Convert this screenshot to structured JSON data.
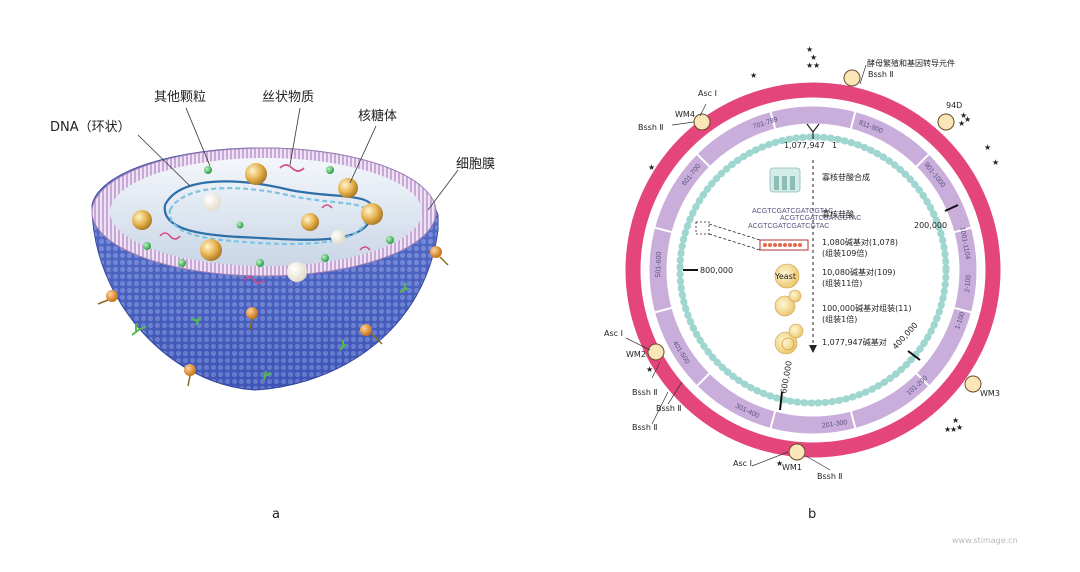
{
  "panel_a": {
    "caption": "a",
    "labels": {
      "dna": "DNA（环状）",
      "particles": "其他颗粒",
      "filaments": "丝状物质",
      "ribosome": "核糖体",
      "membrane": "细胞膜"
    }
  },
  "panel_b": {
    "caption": "b",
    "top_label": "酵母繁殖和基因转导元件",
    "markers": {
      "asc": "Asc Ⅰ",
      "bssh": "Bssh Ⅱ",
      "wm1": "WM1",
      "wm2": "WM2",
      "wm3": "WM3",
      "wm4": "WM4",
      "d94": "94D"
    },
    "segments": [
      "1-100",
      "101-200",
      "201-300",
      "301-400",
      "401-500",
      "501-600",
      "601-700",
      "701-799",
      "811-900",
      "901-1000",
      "1001-1104",
      "2-100"
    ],
    "positions": {
      "origin": "1,077,947",
      "origin_one": "1",
      "p200k": "200,000",
      "p400k": "400,000",
      "p600k": "600,000",
      "p800k": "800,000"
    },
    "steps": {
      "s1": "寡核苷酸合成",
      "s2": "寡核苷酸",
      "s3a": "1,080碱基对(1,078)",
      "s3b": "(组装109倍)",
      "s4a": "10,080碱基对(109)",
      "s4b": "(组装11倍)",
      "s5a": "100,000碱基对组装(11)",
      "s5b": "(组装1倍)",
      "s6": "1,077,947碱基对"
    },
    "oligos": [
      "ACGTCGATCGATCGTAC",
      "ACGTCGATCGATCGTAC",
      "ACGTCGATCGATCGTAC"
    ],
    "yeast": "Yeast"
  },
  "watermark": "www.stimage.cn"
}
